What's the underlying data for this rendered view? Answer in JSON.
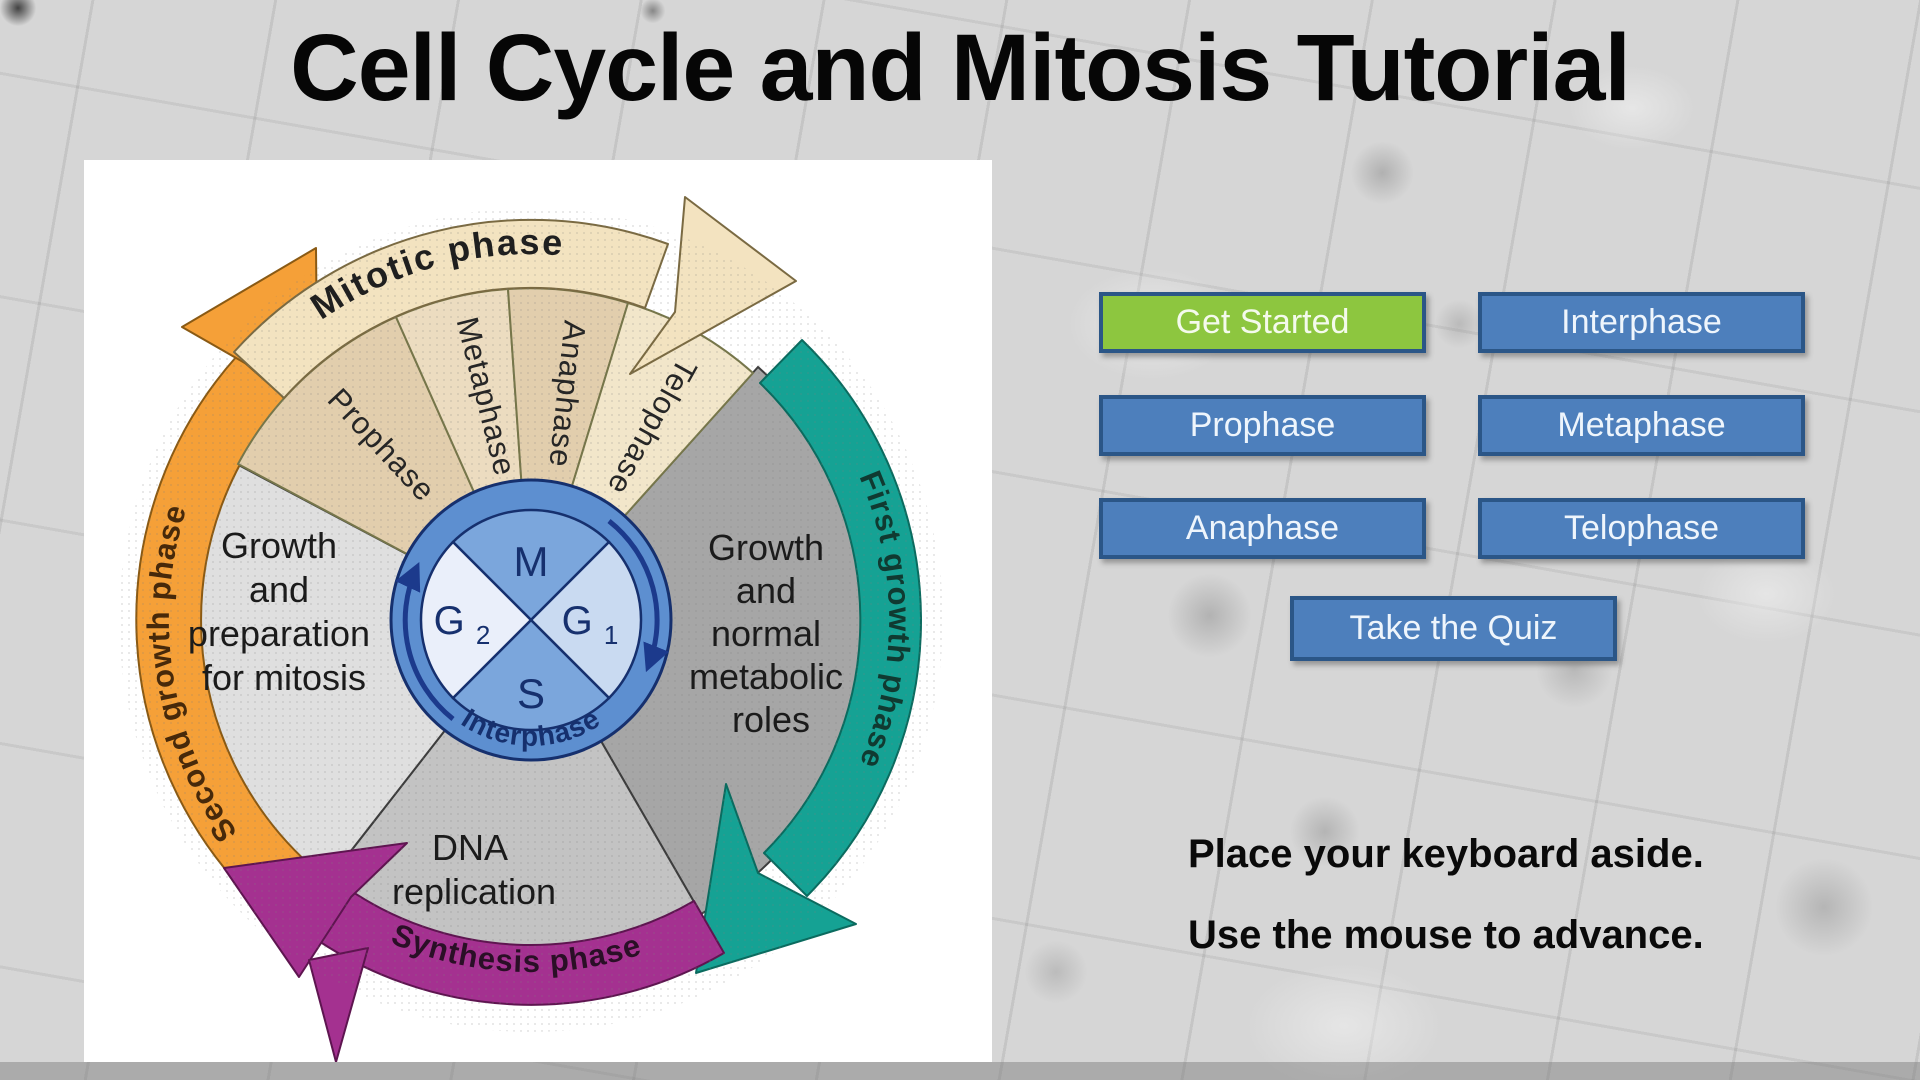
{
  "title": "Cell Cycle and Mitosis Tutorial",
  "nav": {
    "get_started": "Get Started",
    "interphase": "Interphase",
    "prophase": "Prophase",
    "metaphase": "Metaphase",
    "anaphase": "Anaphase",
    "telophase": "Telophase",
    "quiz": "Take the Quiz"
  },
  "instructions": {
    "line1": "Place your keyboard aside.",
    "line2": "Use the mouse to advance."
  },
  "colors": {
    "button_blue": "#4d7fbc",
    "button_border": "#2b5687",
    "button_green": "#8dc63f",
    "button_text": "#eef5fc",
    "arc_cream": "#f3e3c0",
    "arc_teal": "#15a294",
    "arc_orange": "#f5a038",
    "arc_purple": "#a43190",
    "ring_blue": "#5d8fd0",
    "quad_pale": "#eaeffa",
    "quad_light": "#c9daf1",
    "quad_mid": "#7ba6dc",
    "sector_right": "#a6a6a6",
    "sector_bottom": "#c3c3c3",
    "sector_left": "#dfdfdf",
    "wedge_a": "#e2cead",
    "wedge_b": "#ecdcc0",
    "wedge_c": "#f2e6ca",
    "navy": "#16306e"
  },
  "diagram": {
    "outer_arcs": {
      "top": "Mitotic phase",
      "right": "First growth phase",
      "left": "Second growth phase",
      "bottom": "Synthesis phase"
    },
    "wedges": [
      "Prophase",
      "Metaphase",
      "Anaphase",
      "Telophase"
    ],
    "core": {
      "m": "M",
      "g2": "G",
      "g2_sub": "2",
      "g1": "G",
      "g1_sub": "1",
      "s": "S",
      "ring_label": "Interphase"
    },
    "sector_text": {
      "right": [
        "Growth",
        "and",
        "normal",
        "metabolic",
        "roles"
      ],
      "left": [
        "Growth",
        "and",
        "preparation",
        "for mitosis"
      ],
      "bottom": [
        "DNA",
        "replication"
      ]
    }
  }
}
